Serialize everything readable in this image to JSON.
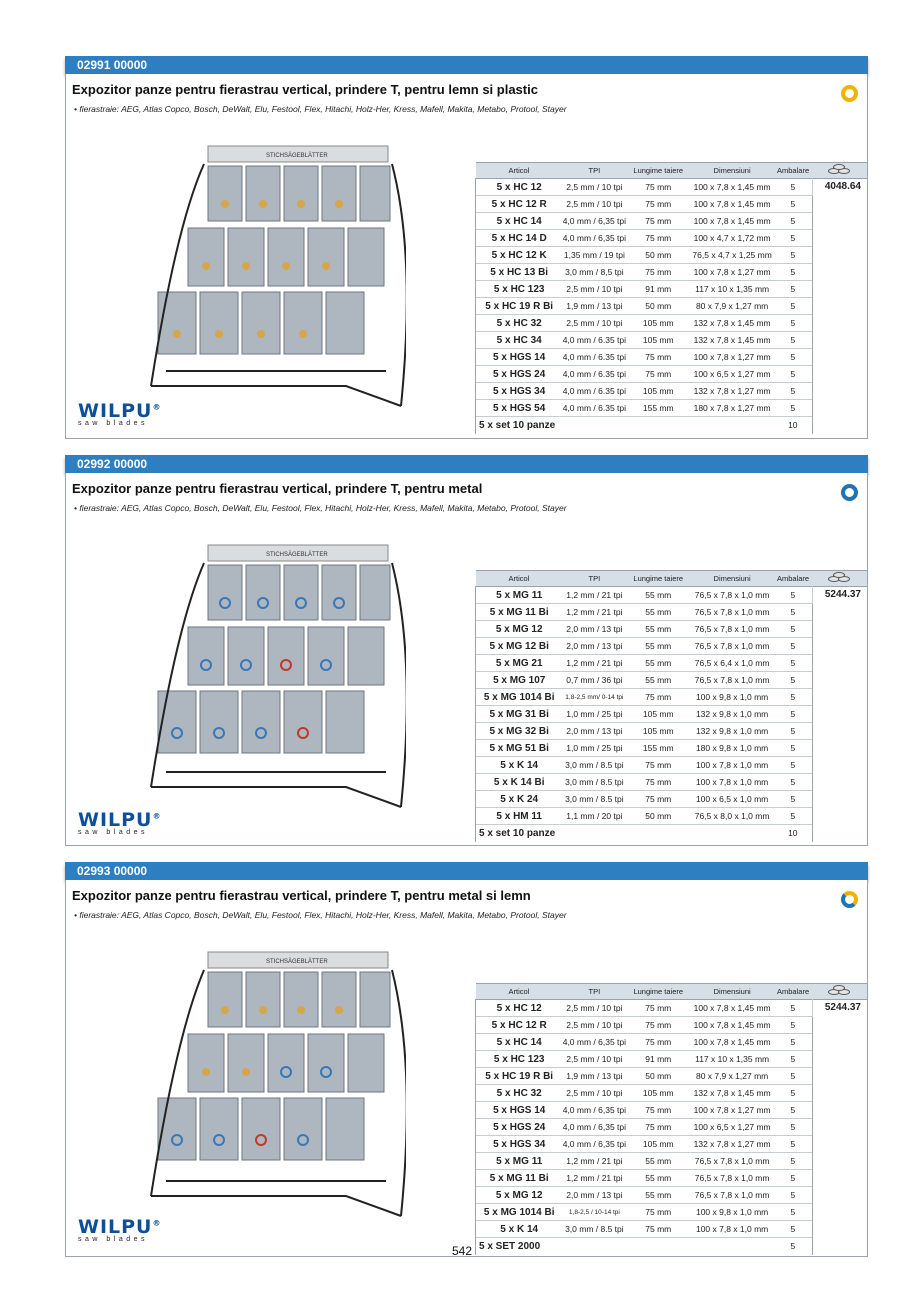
{
  "sections": [
    {
      "code": "02991 00000",
      "title": "Expozitor panze pentru fierastrau vertical, prindere T, pentru lemn si plastic",
      "subtitle": "• fierastraie: AEG, Atlas Copco, Bosch, DeWalt, Elu, Festool, Flex, Hitachi, Holz-Her, Kress, Mafell, Makita, Metabo, Protool, Stayer",
      "ring": "yellow",
      "price": "4048.64",
      "rows": [
        [
          "5 x HC 12",
          "2,5 mm / 10 tpi",
          "75 mm",
          "100 x 7,8 x 1,45 mm",
          "5"
        ],
        [
          "5 x HC 12 R",
          "2,5 mm / 10 tpi",
          "75 mm",
          "100 x 7,8 x 1,45 mm",
          "5"
        ],
        [
          "5 x HC 14",
          "4,0 mm / 6,35 tpi",
          "75 mm",
          "100 x 7,8 x 1,45 mm",
          "5"
        ],
        [
          "5 x HC 14 D",
          "4,0 mm / 6,35 tpi",
          "75 mm",
          "100 x 4,7 x 1,72 mm",
          "5"
        ],
        [
          "5 x HC 12 K",
          "1,35 mm / 19 tpi",
          "50 mm",
          "76,5 x 4,7 x 1,25 mm",
          "5"
        ],
        [
          "5 x HC 13 Bi",
          "3,0 mm / 8,5 tpi",
          "75 mm",
          "100 x 7,8 x 1,27 mm",
          "5"
        ],
        [
          "5 x HC 123",
          "2,5 mm / 10 tpi",
          "91 mm",
          "117 x 10 x 1,35 mm",
          "5"
        ],
        [
          "5 x HC 19 R Bi",
          "1,9 mm / 13 tpi",
          "50 mm",
          "80 x 7,9 x 1,27 mm",
          "5"
        ],
        [
          "5 x HC 32",
          "2,5 mm / 10 tpi",
          "105 mm",
          "132 x 7,8 x 1,45 mm",
          "5"
        ],
        [
          "5 x HC 34",
          "4,0 mm / 6.35 tpi",
          "105 mm",
          "132 x 7,8 x 1,45 mm",
          "5"
        ],
        [
          "5 x HGS 14",
          "4,0 mm / 6.35 tpi",
          "75 mm",
          "100 x 7,8 x 1,27 mm",
          "5"
        ],
        [
          "5 x HGS 24",
          "4,0 mm / 6.35 tpi",
          "75 mm",
          "100 x 6,5 x 1,27 mm",
          "5"
        ],
        [
          "5 x HGS 34",
          "4,0 mm / 6.35 tpi",
          "105 mm",
          "132 x 7,8 x 1,27 mm",
          "5"
        ],
        [
          "5 x HGS 54",
          "4,0 mm / 6.35 tpi",
          "155 mm",
          "180 x 7,8 x 1,27 mm",
          "5"
        ]
      ],
      "set_row": [
        "5 x set 10 panze",
        "10"
      ]
    },
    {
      "code": "02992 00000",
      "title": "Expozitor panze pentru fierastrau vertical, prindere T, pentru metal",
      "subtitle": "• fierastraie: AEG, Atlas Copco, Bosch, DeWalt, Elu, Festool, Flex, Hitachi, Holz-Her, Kress, Mafell, Makita, Metabo, Protool, Stayer",
      "ring": "blue",
      "price": "5244.37",
      "rows": [
        [
          "5 x MG 11",
          "1,2 mm / 21 tpi",
          "55 mm",
          "76,5 x 7,8 x 1,0 mm",
          "5"
        ],
        [
          "5 x MG 11 Bi",
          "1,2 mm / 21 tpi",
          "55 mm",
          "76,5 x 7,8 x 1,0 mm",
          "5"
        ],
        [
          "5 x MG 12",
          "2,0 mm / 13 tpi",
          "55 mm",
          "76,5 x 7,8 x 1,0 mm",
          "5"
        ],
        [
          "5 x MG 12 Bi",
          "2,0 mm / 13 tpi",
          "55 mm",
          "76,5 x 7,8 x 1,0 mm",
          "5"
        ],
        [
          "5 x MG 21",
          "1,2 mm / 21 tpi",
          "55 mm",
          "76,5 x 6,4 x 1,0 mm",
          "5"
        ],
        [
          "5 x MG 107",
          "0,7 mm / 36 tpi",
          "55 mm",
          "76,5 x 7,8 x 1,0 mm",
          "5"
        ],
        [
          "5 x MG 1014 Bi",
          "1,8-2,5 mm/ 0-14 tpi",
          "75 mm",
          "100 x 9,8 x 1,0 mm",
          "5"
        ],
        [
          "5 x MG 31 Bi",
          "1,0 mm / 25 tpi",
          "105 mm",
          "132 x 9,8 x 1,0 mm",
          "5"
        ],
        [
          "5 x MG 32 Bi",
          "2,0 mm / 13 tpi",
          "105 mm",
          "132 x 9,8 x 1,0 mm",
          "5"
        ],
        [
          "5 x MG 51 Bi",
          "1,0 mm / 25 tpi",
          "155 mm",
          "180 x 9,8 x 1,0 mm",
          "5"
        ],
        [
          "5 x K 14",
          "3,0 mm / 8.5 tpi",
          "75 mm",
          "100 x 7,8 x 1,0 mm",
          "5"
        ],
        [
          "5 x K 14 Bi",
          "3,0 mm / 8.5 tpi",
          "75 mm",
          "100 x 7,8 x 1,0 mm",
          "5"
        ],
        [
          "5 x K 24",
          "3,0 mm / 8.5 tpi",
          "75 mm",
          "100 x 6,5 x 1,0 mm",
          "5"
        ],
        [
          "5 x HM 11",
          "1,1 mm / 20 tpi",
          "50 mm",
          "76,5 x 8,0 x 1,0 mm",
          "5"
        ]
      ],
      "set_row": [
        "5 x set 10 panze",
        "10"
      ]
    },
    {
      "code": "02993 00000",
      "title": "Expozitor panze pentru fierastrau vertical, prindere T, pentru metal si lemn",
      "subtitle": "• fierastraie: AEG, Atlas Copco, Bosch, DeWalt, Elu, Festool, Flex, Hitachi, Holz-Her, Kress, Mafell, Makita, Metabo, Protool, Stayer",
      "ring": "mixed",
      "price": "5244.37",
      "rows": [
        [
          "5 x HC 12",
          "2,5 mm / 10 tpi",
          "75 mm",
          "100 x 7,8 x 1,45 mm",
          "5"
        ],
        [
          "5 x HC 12 R",
          "2,5 mm / 10 tpi",
          "75 mm",
          "100 x 7,8 x 1,45 mm",
          "5"
        ],
        [
          "5 x HC 14",
          "4,0 mm / 6,35 tpi",
          "75 mm",
          "100 x 7,8 x 1,45 mm",
          "5"
        ],
        [
          "5 x HC 123",
          "2,5 mm / 10 tpi",
          "91 mm",
          "117 x 10 x 1,35 mm",
          "5"
        ],
        [
          "5 x HC 19 R Bi",
          "1,9 mm / 13 tpi",
          "50 mm",
          "80 x 7,9 x 1,27 mm",
          "5"
        ],
        [
          "5 x HC 32",
          "2,5 mm / 10 tpi",
          "105 mm",
          "132 x 7,8 x 1,45 mm",
          "5"
        ],
        [
          "5 x HGS 14",
          "4,0 mm / 6,35 tpi",
          "75 mm",
          "100 x 7,8 x 1,27 mm",
          "5"
        ],
        [
          "5 x HGS 24",
          "4,0 mm / 6,35 tpi",
          "75 mm",
          "100 x 6,5 x 1,27 mm",
          "5"
        ],
        [
          "5 x HGS 34",
          "4,0 mm / 6,35 tpi",
          "105 mm",
          "132 x 7,8 x 1,27 mm",
          "5"
        ],
        [
          "5 x MG 11",
          "1,2 mm / 21 tpi",
          "55 mm",
          "76,5 x 7,8 x 1,0 mm",
          "5"
        ],
        [
          "5 x MG 11 Bi",
          "1,2 mm / 21 tpi",
          "55 mm",
          "76,5 x 7,8 x 1,0 mm",
          "5"
        ],
        [
          "5 x MG 12",
          "2,0 mm / 13 tpi",
          "55 mm",
          "76,5 x 7,8 x 1,0 mm",
          "5"
        ],
        [
          "5 x MG 1014 Bi",
          "1,8-2,5 / 10-14 tpi",
          "75 mm",
          "100 x 9,8 x 1,0 mm",
          "5"
        ],
        [
          "5 x K 14",
          "3,0 mm / 8.5 tpi",
          "75 mm",
          "100 x 7,8 x 1,0 mm",
          "5"
        ]
      ],
      "set_row": [
        "5 x SET 2000",
        "5"
      ]
    }
  ],
  "table_headers": [
    "Articol",
    "TPI",
    "Lungime taiere",
    "Dimensiuni",
    "Ambalare"
  ],
  "price_icon": "coins-icon",
  "logo": {
    "brand": "WILPU",
    "registered": "®",
    "tagline": "saw blades"
  },
  "display_sign": "STICHSÄGEBLÄTTER",
  "page_number": "542"
}
